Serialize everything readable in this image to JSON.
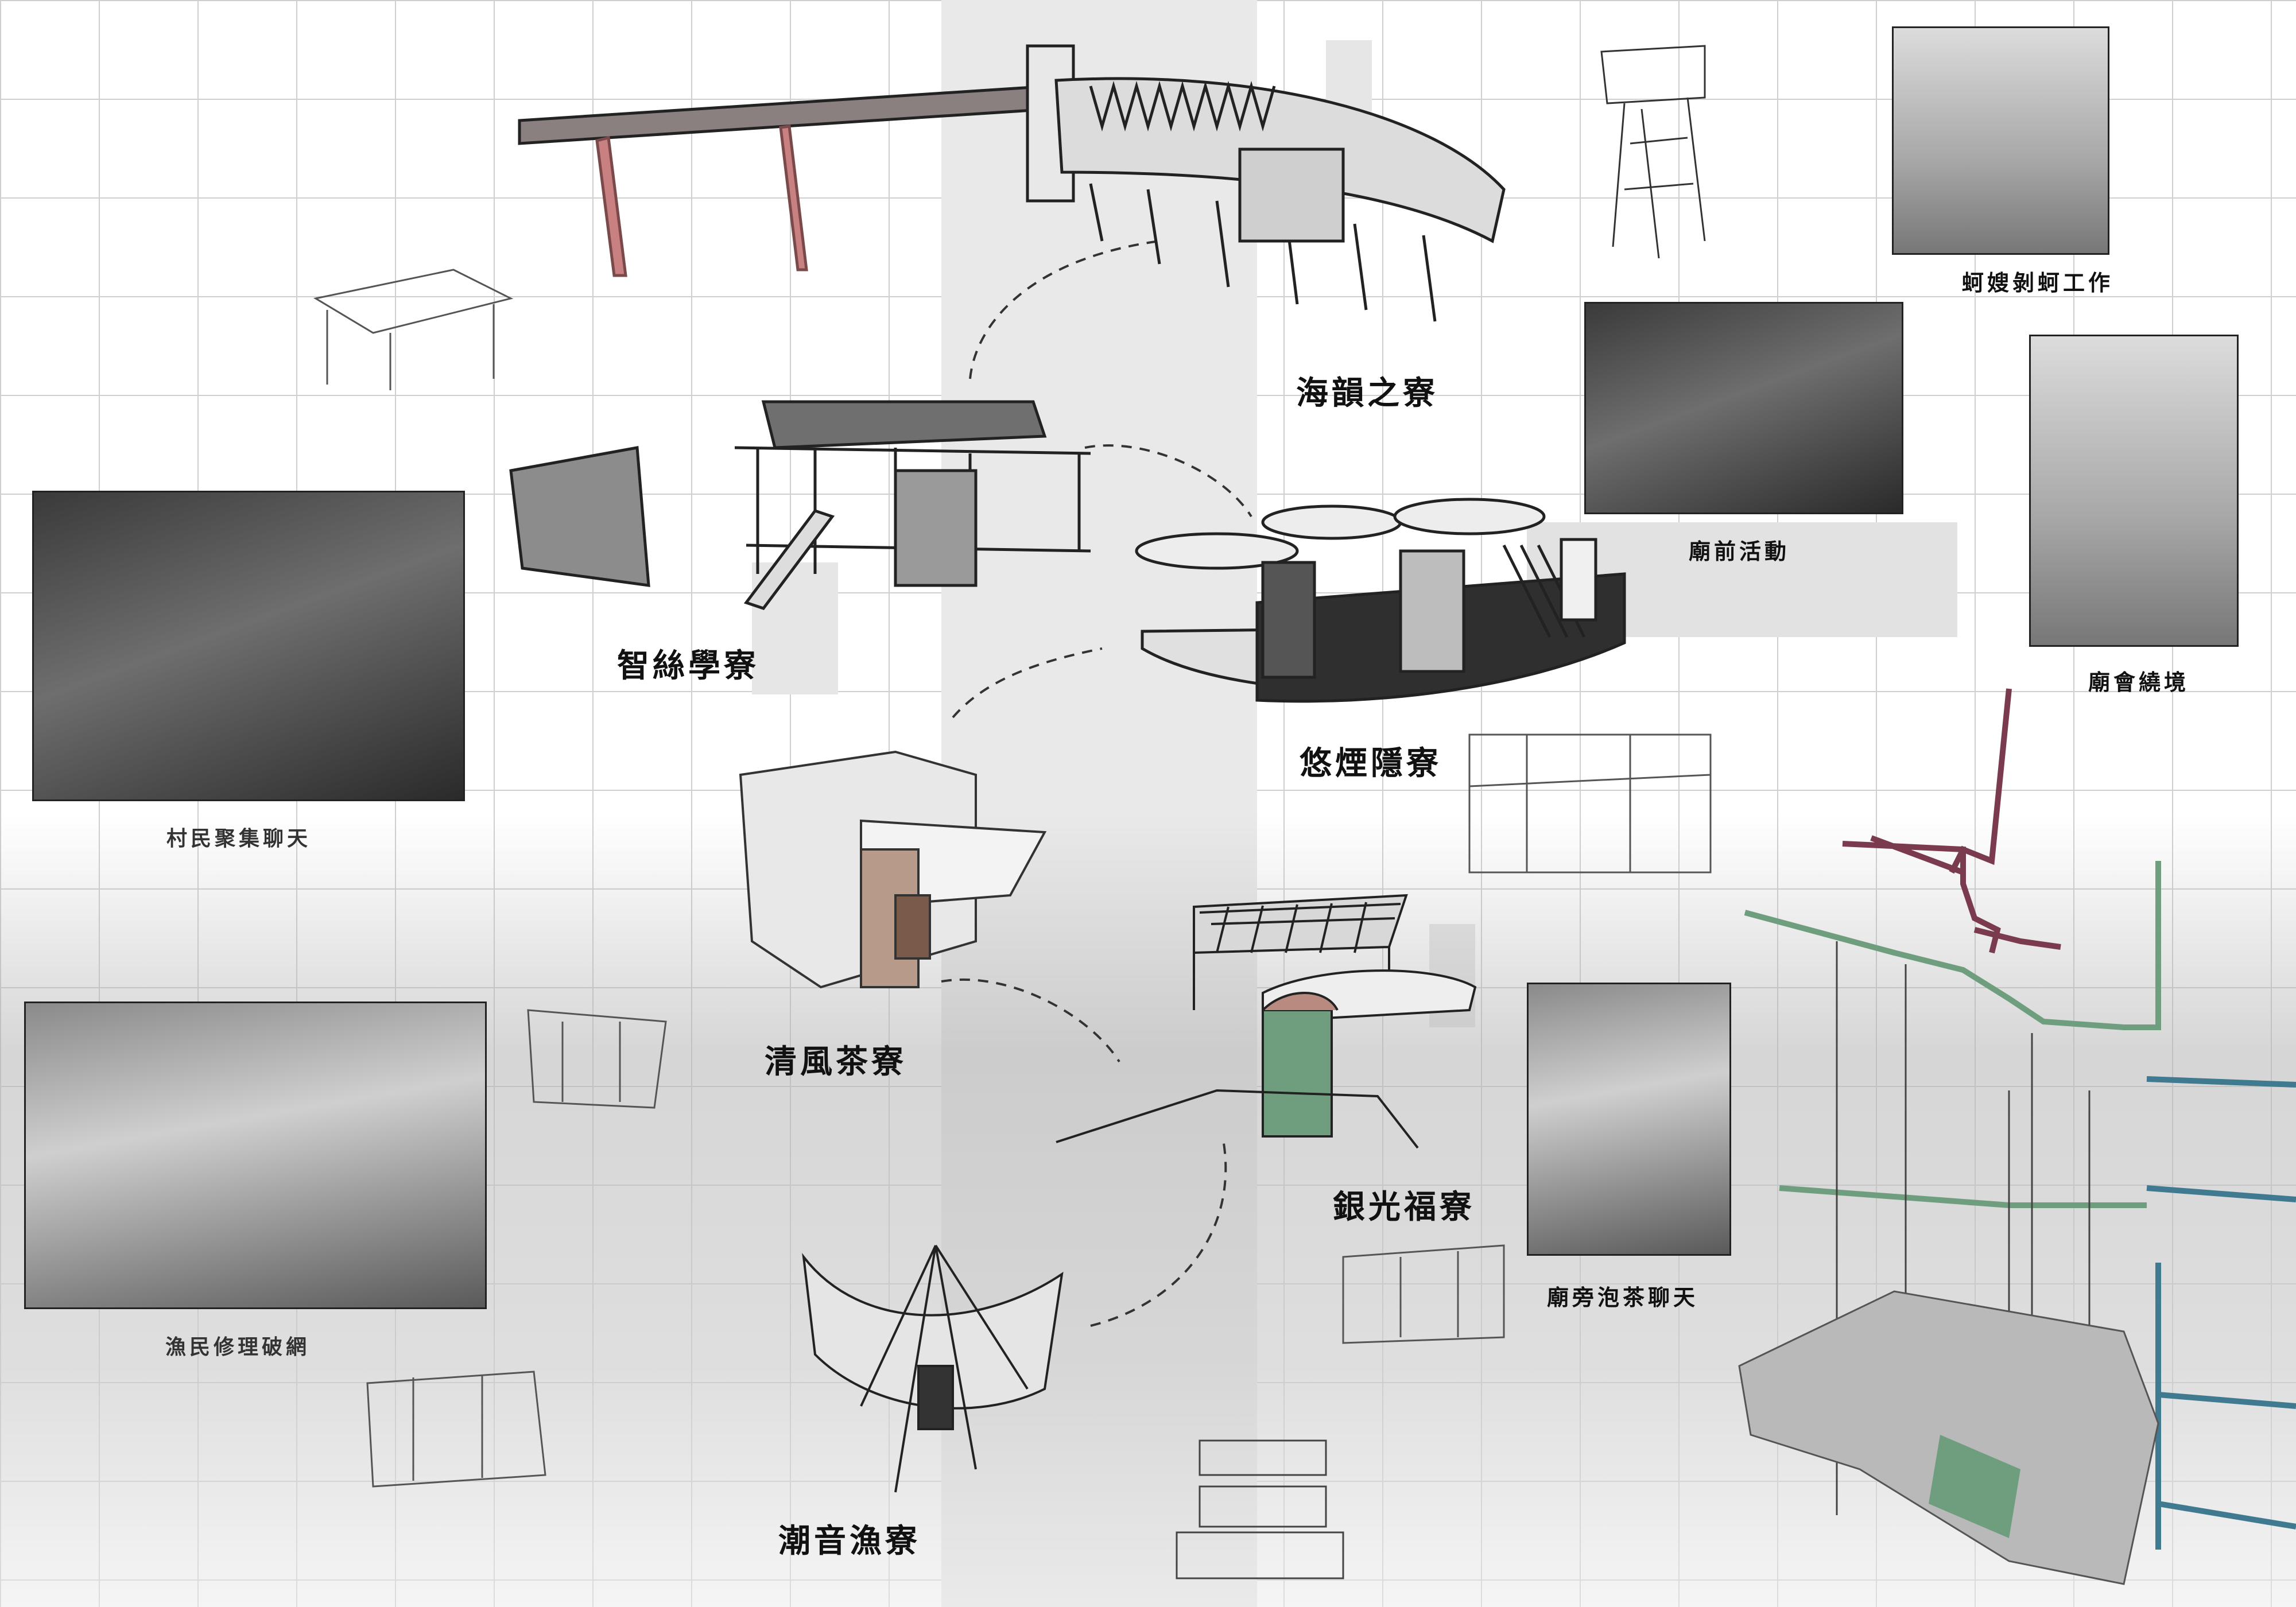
{
  "places": {
    "hai_yun": "海韻之寮",
    "zhi_lu": "智絲學寮",
    "you_yan": "悠煙隱寮",
    "qing_feng": "清風茶寮",
    "yin_guang": "銀光福寮",
    "chao_yin": "潮音漁寮"
  },
  "photos": {
    "oyster_women": "蚵嫂剝蚵工作",
    "temple_front": "廟前活動",
    "temple_procession": "廟會繞境",
    "villagers_chat": "村民聚集聊天",
    "fishermen_nets": "漁民修理破網",
    "temple_side_tea": "廟旁泡茶聊天"
  },
  "colors": {
    "accent_red": "#c98080",
    "route_maroon": "#7a3b4e",
    "route_green": "#6e9e7e",
    "route_teal": "#3f7a90"
  }
}
